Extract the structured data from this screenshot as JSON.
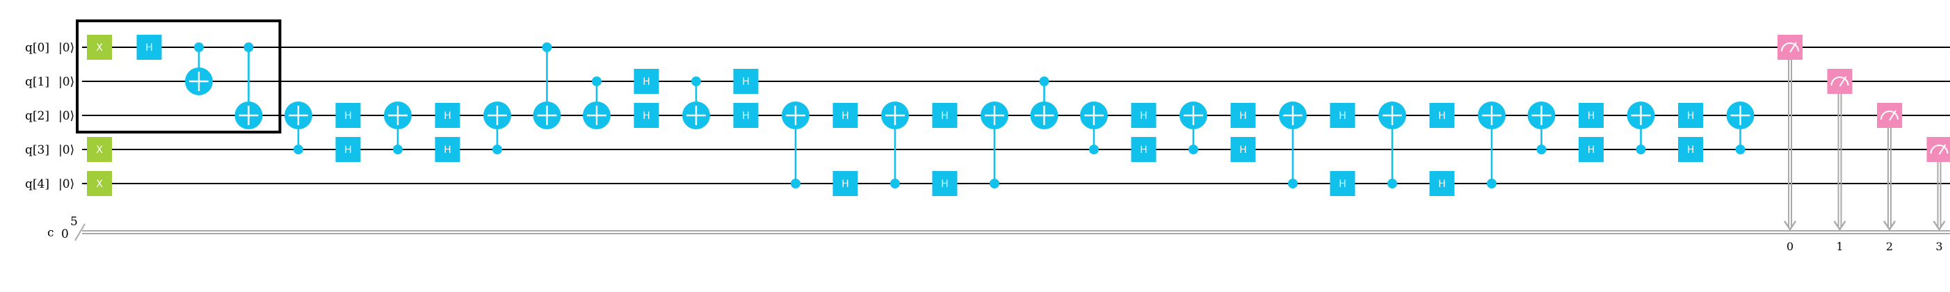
{
  "colors": {
    "x_gate": "#a2cd3a",
    "h_gate": "#11c1ec",
    "cx": "#11c1ec",
    "measure": "#f28bba",
    "quantum_wire": "#000000",
    "classical_wire": "#a9a9a9",
    "highlight_box": "#000000"
  },
  "icons": {
    "measure": "meter-icon",
    "cx_target": "plus-circle-icon",
    "cx_control": "dot-icon",
    "classical_bundle": "slash-icon"
  },
  "qubits": [
    {
      "name": "q[0]",
      "init": "|0⟩"
    },
    {
      "name": "q[1]",
      "init": "|0⟩"
    },
    {
      "name": "q[2]",
      "init": "|0⟩"
    },
    {
      "name": "q[3]",
      "init": "|0⟩"
    },
    {
      "name": "q[4]",
      "init": "|0⟩"
    }
  ],
  "classical": {
    "name": "c",
    "init": "0",
    "size": "5"
  },
  "gate_labels": {
    "x": "X",
    "h": "H"
  },
  "ops": [
    {
      "type": "x",
      "q": 0,
      "col": 1
    },
    {
      "type": "x",
      "q": 3,
      "col": 1
    },
    {
      "type": "x",
      "q": 4,
      "col": 1
    },
    {
      "type": "h",
      "q": 0,
      "col": 2
    },
    {
      "type": "cx",
      "c": 0,
      "t": 1,
      "col": 3
    },
    {
      "type": "cx",
      "c": 0,
      "t": 2,
      "col": 4
    },
    {
      "type": "cx",
      "c": 3,
      "t": 2,
      "col": 5
    },
    {
      "type": "h",
      "q": 2,
      "col": 6
    },
    {
      "type": "h",
      "q": 3,
      "col": 6
    },
    {
      "type": "cx",
      "c": 3,
      "t": 2,
      "col": 7
    },
    {
      "type": "h",
      "q": 2,
      "col": 8
    },
    {
      "type": "h",
      "q": 3,
      "col": 8
    },
    {
      "type": "cx",
      "c": 3,
      "t": 2,
      "col": 9
    },
    {
      "type": "cx",
      "c": 0,
      "t": 2,
      "col": 10
    },
    {
      "type": "cx",
      "c": 1,
      "t": 2,
      "col": 11
    },
    {
      "type": "h",
      "q": 1,
      "col": 12
    },
    {
      "type": "h",
      "q": 2,
      "col": 12
    },
    {
      "type": "cx",
      "c": 1,
      "t": 2,
      "col": 13
    },
    {
      "type": "h",
      "q": 1,
      "col": 14
    },
    {
      "type": "h",
      "q": 2,
      "col": 14
    },
    {
      "type": "cx",
      "c": 4,
      "t": 2,
      "col": 15
    },
    {
      "type": "h",
      "q": 2,
      "col": 16
    },
    {
      "type": "h",
      "q": 4,
      "col": 16
    },
    {
      "type": "cx",
      "c": 4,
      "t": 2,
      "col": 17
    },
    {
      "type": "h",
      "q": 2,
      "col": 18
    },
    {
      "type": "h",
      "q": 4,
      "col": 18
    },
    {
      "type": "cx",
      "c": 4,
      "t": 2,
      "col": 19
    },
    {
      "type": "cx",
      "c": 1,
      "t": 2,
      "col": 20
    },
    {
      "type": "cx",
      "c": 3,
      "t": 2,
      "col": 21
    },
    {
      "type": "h",
      "q": 2,
      "col": 22
    },
    {
      "type": "h",
      "q": 3,
      "col": 22
    },
    {
      "type": "cx",
      "c": 3,
      "t": 2,
      "col": 23
    },
    {
      "type": "h",
      "q": 2,
      "col": 24
    },
    {
      "type": "h",
      "q": 3,
      "col": 24
    },
    {
      "type": "cx",
      "c": 4,
      "t": 2,
      "col": 25
    },
    {
      "type": "h",
      "q": 2,
      "col": 26
    },
    {
      "type": "h",
      "q": 4,
      "col": 26
    },
    {
      "type": "cx",
      "c": 4,
      "t": 2,
      "col": 27
    },
    {
      "type": "h",
      "q": 2,
      "col": 28
    },
    {
      "type": "h",
      "q": 4,
      "col": 28
    },
    {
      "type": "cx",
      "c": 4,
      "t": 2,
      "col": 29
    },
    {
      "type": "cx",
      "c": 3,
      "t": 2,
      "col": 30
    },
    {
      "type": "h",
      "q": 2,
      "col": 31
    },
    {
      "type": "h",
      "q": 3,
      "col": 31
    },
    {
      "type": "cx",
      "c": 3,
      "t": 2,
      "col": 32
    },
    {
      "type": "h",
      "q": 2,
      "col": 33
    },
    {
      "type": "h",
      "q": 3,
      "col": 33
    },
    {
      "type": "cx",
      "c": 3,
      "t": 2,
      "col": 34
    },
    {
      "type": "measure",
      "q": 0,
      "bit": "0",
      "col": 35
    },
    {
      "type": "measure",
      "q": 1,
      "bit": "1",
      "col": 36
    },
    {
      "type": "measure",
      "q": 2,
      "bit": "2",
      "col": 37
    },
    {
      "type": "measure",
      "q": 3,
      "bit": "3",
      "col": 38
    }
  ],
  "highlight": {
    "from_col": 1,
    "to_col": 4,
    "from_q": 0,
    "to_q": 2
  }
}
